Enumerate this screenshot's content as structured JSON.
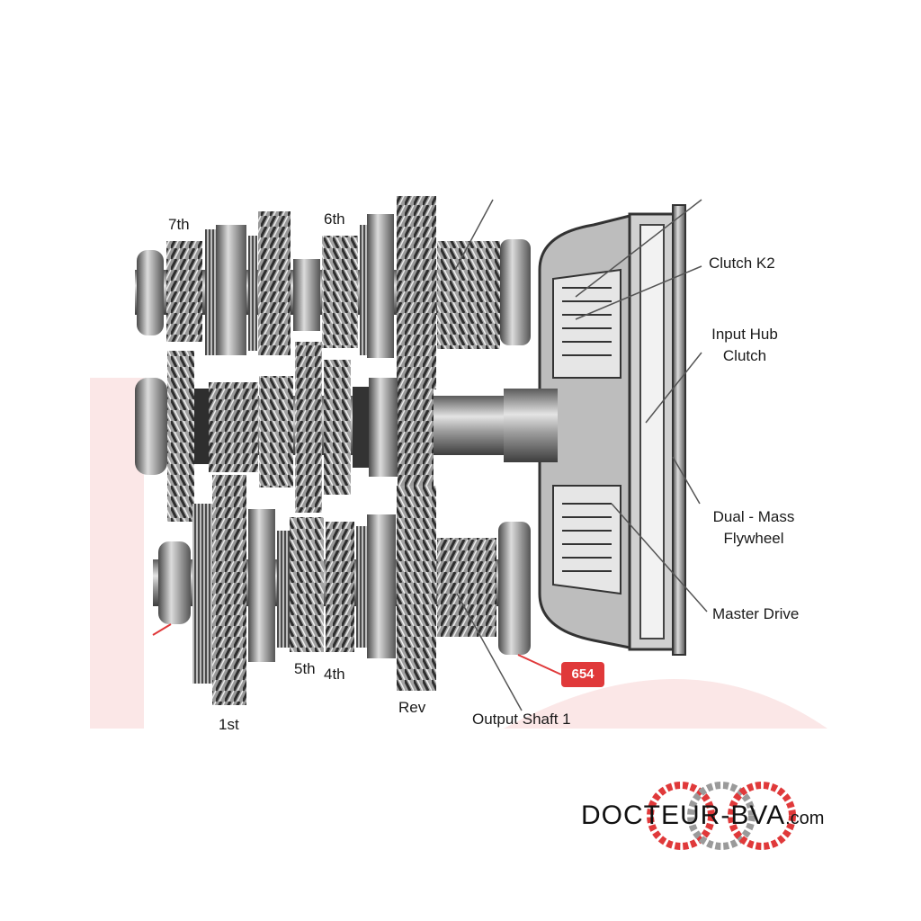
{
  "labels": {
    "gear_7th": "7th",
    "gear_6th": "6th",
    "gear_5th": "5th",
    "gear_4th": "4th",
    "gear_1st": "1st",
    "gear_rev": "Rev",
    "clutch_k2": "Clutch K2",
    "input_hub_1": "Input Hub",
    "input_hub_2": "Clutch",
    "dual_mass_1": "Dual - Mass",
    "dual_mass_2": "Flywheel",
    "master_drive": "Master Drive",
    "output_shaft": "Output Shaft 1"
  },
  "badge": {
    "text": "654",
    "color": "#e0393a"
  },
  "brand": {
    "name": "DOCTEUR-BVA",
    "suffix": ".com",
    "accent_red": "#e0393a",
    "accent_gray": "#9a9a9a"
  },
  "colors": {
    "metal_dark": "#3a3a3a",
    "metal_mid": "#8a8a8a",
    "metal_light": "#d6d6d6",
    "leader": "#555555"
  }
}
